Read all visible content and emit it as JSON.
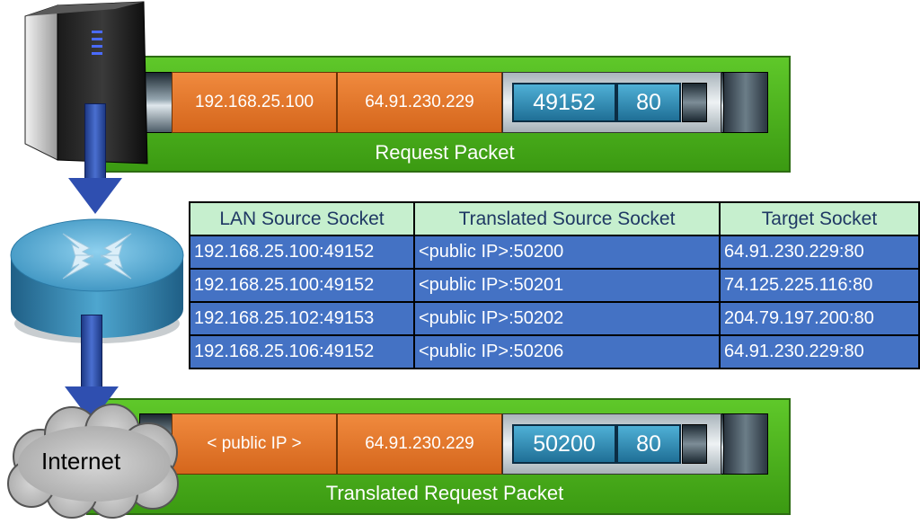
{
  "request_packet": {
    "caption": "Request Packet",
    "source_ip": "192.168.25.100",
    "dest_ip": "64.91.230.229",
    "source_port": "49152",
    "dest_port": "80"
  },
  "translated_packet": {
    "caption": "Translated Request Packet",
    "source_ip": "< public IP >",
    "dest_ip": "64.91.230.229",
    "source_port": "50200",
    "dest_port": "80"
  },
  "nat_table": {
    "headers": [
      "LAN Source Socket",
      "Translated Source Socket",
      "Target Socket"
    ],
    "rows": [
      [
        "192.168.25.100:49152",
        "<public IP>:50200",
        "64.91.230.229:80"
      ],
      [
        "192.168.25.100:49152",
        "<public IP>:50201",
        "74.125.225.116:80"
      ],
      [
        "192.168.25.102:49153",
        "<public IP>:50202",
        "204.79.197.200:80"
      ],
      [
        "192.168.25.106:49152",
        "<public IP>:50206",
        "64.91.230.229:80"
      ]
    ]
  },
  "cloud": {
    "label": "Internet"
  },
  "icons": {
    "server": "server-icon",
    "router": "router-icon",
    "cloud": "cloud-icon"
  },
  "colors": {
    "packet_green": "#4cb01c",
    "ip_orange": "#e27329",
    "port_blue": "#2f8fb8",
    "table_header": "#c6efce",
    "table_body": "#4472c4",
    "arrow_blue": "#2f4fb0"
  }
}
